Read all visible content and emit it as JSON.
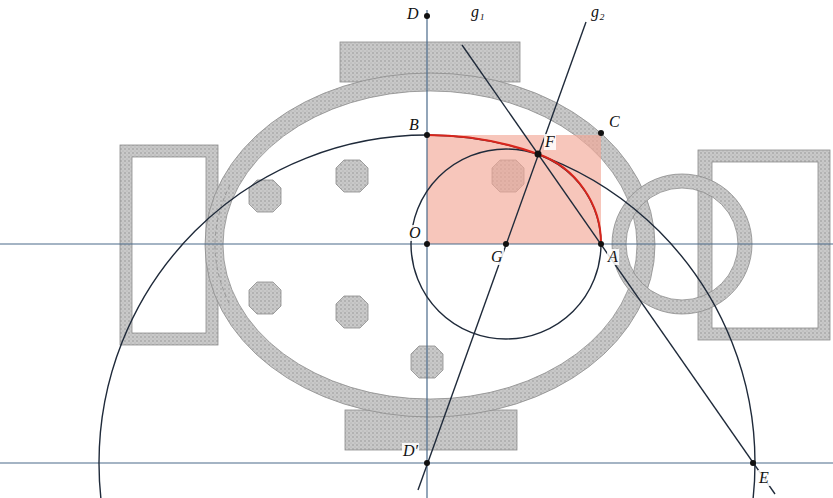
{
  "diagram": {
    "labels": [
      "D",
      "g₁",
      "g₂",
      "B",
      "C",
      "F",
      "O",
      "G",
      "A",
      "D′",
      "E"
    ]
  }
}
